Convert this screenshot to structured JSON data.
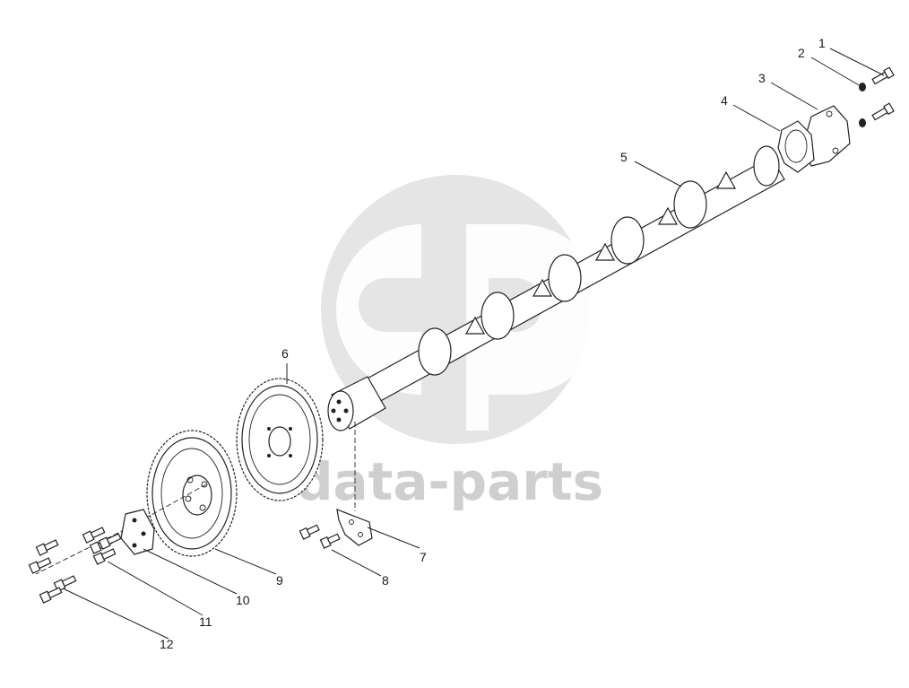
{
  "watermark": {
    "text": "data-parts",
    "color": "#d0d0d0"
  },
  "labels": [
    {
      "id": "1",
      "text": "1"
    },
    {
      "id": "2",
      "text": "2"
    },
    {
      "id": "3",
      "text": "3"
    },
    {
      "id": "4",
      "text": "4"
    },
    {
      "id": "5",
      "text": "5"
    },
    {
      "id": "6",
      "text": "6"
    },
    {
      "id": "7",
      "text": "7"
    },
    {
      "id": "8",
      "text": "8"
    },
    {
      "id": "9",
      "text": "9"
    },
    {
      "id": "10",
      "text": "10"
    },
    {
      "id": "11",
      "text": "11"
    },
    {
      "id": "12",
      "text": "12"
    }
  ],
  "colors": {
    "line": "#222222",
    "part_fill": "#ffffff",
    "watermark": "#d0d0d0"
  }
}
